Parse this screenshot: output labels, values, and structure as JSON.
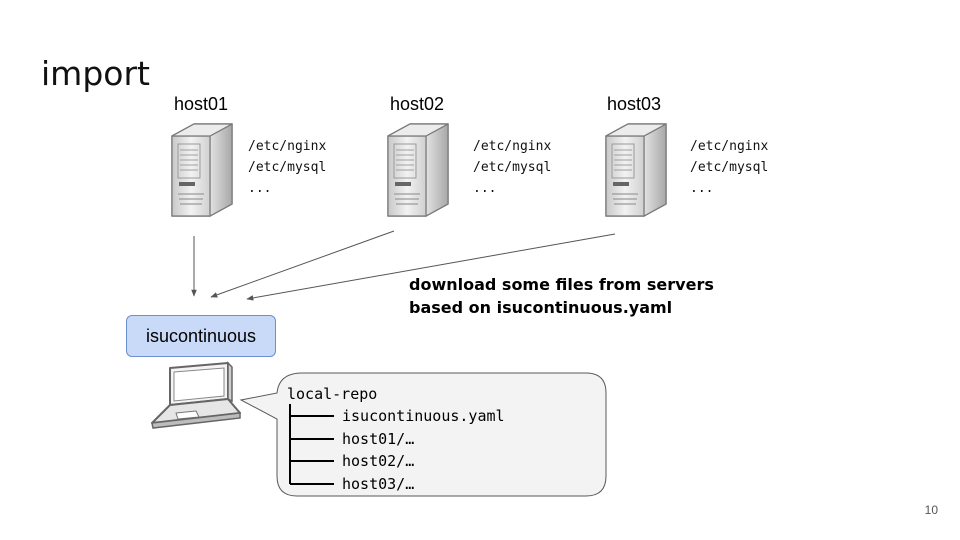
{
  "slide": {
    "title": "import",
    "page_number": "10"
  },
  "hosts": [
    {
      "name": "host01",
      "paths": [
        "/etc/nginx",
        "/etc/mysql",
        "..."
      ]
    },
    {
      "name": "host02",
      "paths": [
        "/etc/nginx",
        "/etc/mysql",
        "..."
      ]
    },
    {
      "name": "host03",
      "paths": [
        "/etc/nginx",
        "/etc/mysql",
        "..."
      ]
    }
  ],
  "caption": {
    "line1": "download some files from servers",
    "line2": "based on isucontinuous.yaml"
  },
  "tool": {
    "label": "isucontinuous"
  },
  "repo": {
    "root": "local-repo",
    "entries": [
      "isucontinuous.yaml",
      "host01/…",
      "host02/…",
      "host03/…"
    ]
  },
  "colors": {
    "tool_fill": "#c9daf8",
    "tool_border": "#6d8fce",
    "callout_fill": "#f3f3f3",
    "arrow": "#555555"
  }
}
